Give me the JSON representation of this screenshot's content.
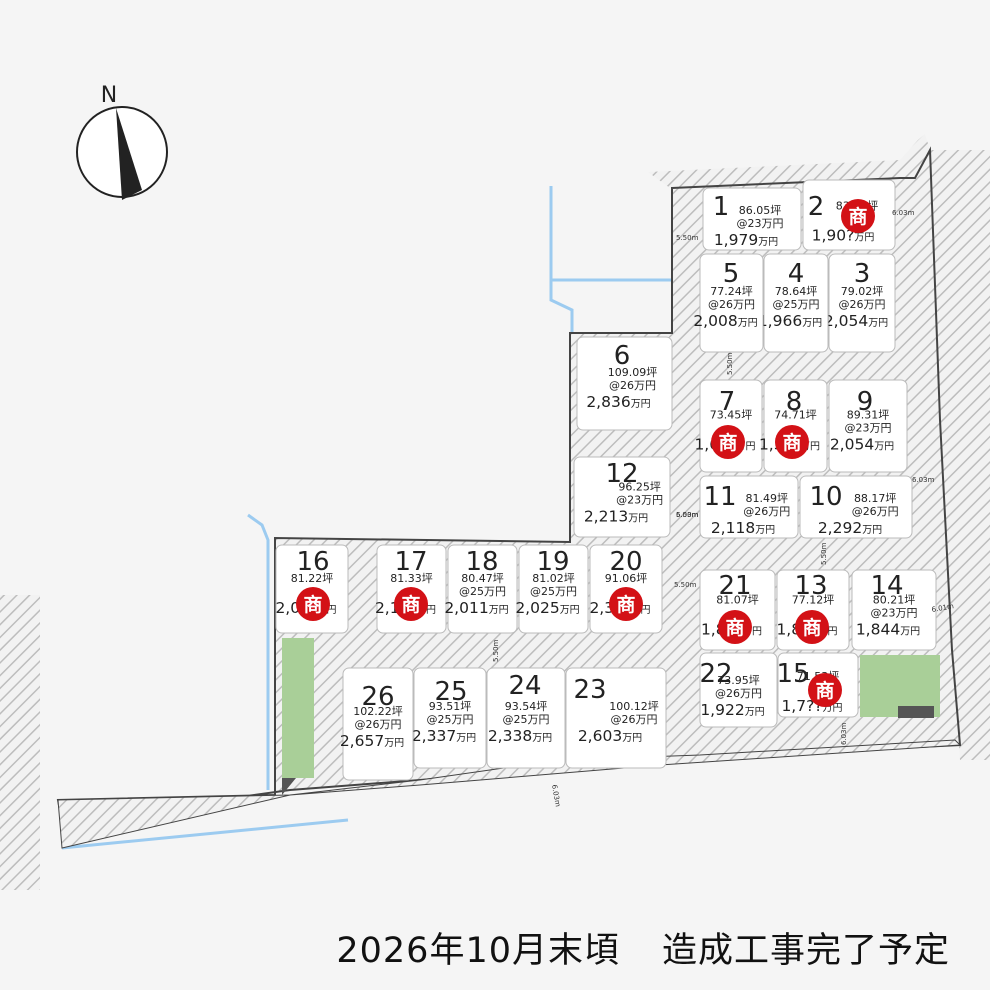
{
  "compass": {
    "north_label": "N"
  },
  "caption": {
    "date": "2026年10月末頃",
    "note": "造成工事完了予定"
  },
  "colors": {
    "badge": "#d31116",
    "road_hatch": "#bdbdbd",
    "water": "#9ccbf0",
    "park": "#a9cf98",
    "boundary": "#444444"
  },
  "badge_label": "商",
  "lots": [
    {
      "num": "1",
      "tsubo": "86.05坪",
      "unit": "@23万円",
      "price": "1,979",
      "man": "万円",
      "badge": false
    },
    {
      "num": "2",
      "tsubo": "83.26坪",
      "unit": "",
      "price": "1,90?",
      "man": "万円",
      "badge": true
    },
    {
      "num": "3",
      "tsubo": "79.02坪",
      "unit": "@26万円",
      "price": "2,054",
      "man": "万円",
      "badge": false
    },
    {
      "num": "4",
      "tsubo": "78.64坪",
      "unit": "@25万円",
      "price": "1,966",
      "man": "万円",
      "badge": false
    },
    {
      "num": "5",
      "tsubo": "77.24坪",
      "unit": "@26万円",
      "price": "2,008",
      "man": "万円",
      "badge": false
    },
    {
      "num": "6",
      "tsubo": "109.09坪",
      "unit": "@26万円",
      "price": "2,836",
      "man": "万円",
      "badge": false
    },
    {
      "num": "7",
      "tsubo": "73.45坪",
      "unit": "",
      "price": "1,6??",
      "man": "万円",
      "badge": true
    },
    {
      "num": "8",
      "tsubo": "74.71坪",
      "unit": "",
      "price": "1,5??",
      "man": "万円",
      "badge": true
    },
    {
      "num": "9",
      "tsubo": "89.31坪",
      "unit": "@23万円",
      "price": "2,054",
      "man": "万円",
      "badge": false
    },
    {
      "num": "10",
      "tsubo": "88.17坪",
      "unit": "@26万円",
      "price": "2,292",
      "man": "万円",
      "badge": false
    },
    {
      "num": "11",
      "tsubo": "81.49坪",
      "unit": "@26万円",
      "price": "2,118",
      "man": "万円",
      "badge": false
    },
    {
      "num": "12",
      "tsubo": "96.25坪",
      "unit": "@23万円",
      "price": "2,213",
      "man": "万円",
      "badge": false
    },
    {
      "num": "13",
      "tsubo": "77.12坪",
      "unit": "",
      "price": "1,8??",
      "man": "万円",
      "badge": true
    },
    {
      "num": "14",
      "tsubo": "80.21坪",
      "unit": "@23万円",
      "price": "1,844",
      "man": "万円",
      "badge": false
    },
    {
      "num": "15",
      "tsubo": "71.53坪",
      "unit": "",
      "price": "1,7??",
      "man": "万円",
      "badge": true
    },
    {
      "num": "16",
      "tsubo": "81.22坪",
      "unit": "",
      "price": "2,0??",
      "man": "万円",
      "badge": true
    },
    {
      "num": "17",
      "tsubo": "81.33坪",
      "unit": "",
      "price": "2,1??",
      "man": "万円",
      "badge": true
    },
    {
      "num": "18",
      "tsubo": "80.47坪",
      "unit": "@25万円",
      "price": "2,011",
      "man": "万円",
      "badge": false
    },
    {
      "num": "19",
      "tsubo": "81.02坪",
      "unit": "@25万円",
      "price": "2,025",
      "man": "万円",
      "badge": false
    },
    {
      "num": "20",
      "tsubo": "91.06坪",
      "unit": "",
      "price": "2,3??",
      "man": "万円",
      "badge": true
    },
    {
      "num": "21",
      "tsubo": "81.07坪",
      "unit": "",
      "price": "1,8??",
      "man": "万円",
      "badge": true
    },
    {
      "num": "22",
      "tsubo": "73.95坪",
      "unit": "@26万円",
      "price": "1,922",
      "man": "万円",
      "badge": false
    },
    {
      "num": "23",
      "tsubo": "100.12坪",
      "unit": "@26万円",
      "price": "2,603",
      "man": "万円",
      "badge": false
    },
    {
      "num": "24",
      "tsubo": "93.54坪",
      "unit": "@25万円",
      "price": "2,338",
      "man": "万円",
      "badge": false
    },
    {
      "num": "25",
      "tsubo": "93.51坪",
      "unit": "@25万円",
      "price": "2,337",
      "man": "万円",
      "badge": false
    },
    {
      "num": "26",
      "tsubo": "102.22坪",
      "unit": "@26万円",
      "price": "2,657",
      "man": "万円",
      "badge": false
    }
  ],
  "road_labels": [
    "6.03m",
    "5.50m",
    "5.50m",
    "6.03m",
    "5.50m",
    "5.50m",
    "5.50m",
    "6.01m",
    "5.50m",
    "6.03m",
    "6.03m",
    "6.03m"
  ]
}
